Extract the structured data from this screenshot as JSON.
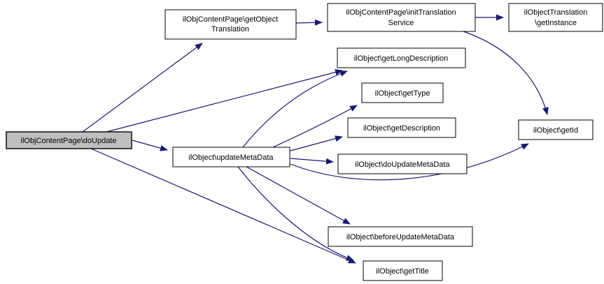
{
  "diagram": {
    "type": "call-graph",
    "colors": {
      "background": "#ffffff",
      "edge": "#191970",
      "node_fill": "#ffffff",
      "node_border": "#000000",
      "highlight_fill": "#bfbfbf",
      "text": "#000000"
    },
    "nodes": [
      {
        "key": "doupdate",
        "highlighted": true,
        "lines": [
          "ilObjContentPage\\doUpdate"
        ]
      },
      {
        "key": "getobjecttranslation",
        "highlighted": false,
        "lines": [
          "ilObjContentPage\\getObject",
          "Translation"
        ]
      },
      {
        "key": "inittranslationservice",
        "highlighted": false,
        "lines": [
          "ilObjContentPage\\initTranslation",
          "Service"
        ]
      },
      {
        "key": "getinstance",
        "highlighted": false,
        "lines": [
          "ilObjectTranslation",
          "\\getInstance"
        ]
      },
      {
        "key": "getlongdescription",
        "highlighted": false,
        "lines": [
          "ilObject\\getLongDescription"
        ]
      },
      {
        "key": "gettype",
        "highlighted": false,
        "lines": [
          "ilObject\\getType"
        ]
      },
      {
        "key": "getdescription",
        "highlighted": false,
        "lines": [
          "ilObject\\getDescription"
        ]
      },
      {
        "key": "doupdatemetadata",
        "highlighted": false,
        "lines": [
          "ilObject\\doUpdateMetaData"
        ]
      },
      {
        "key": "getid",
        "highlighted": false,
        "lines": [
          "ilObject\\getId"
        ]
      },
      {
        "key": "updatemetadata",
        "highlighted": false,
        "lines": [
          "ilObject\\updateMetaData"
        ]
      },
      {
        "key": "beforeupdatemetadata",
        "highlighted": false,
        "lines": [
          "ilObject\\beforeUpdateMetaData"
        ]
      },
      {
        "key": "gettitle",
        "highlighted": false,
        "lines": [
          "ilObject\\getTitle"
        ]
      }
    ],
    "edges": [
      {
        "from": "doupdate",
        "to": "getobjecttranslation"
      },
      {
        "from": "doupdate",
        "to": "getlongdescription"
      },
      {
        "from": "doupdate",
        "to": "updatemetadata"
      },
      {
        "from": "doupdate",
        "to": "gettitle"
      },
      {
        "from": "getobjecttranslation",
        "to": "inittranslationservice"
      },
      {
        "from": "inittranslationservice",
        "to": "getinstance"
      },
      {
        "from": "inittranslationservice",
        "to": "getid"
      },
      {
        "from": "updatemetadata",
        "to": "getlongdescription"
      },
      {
        "from": "updatemetadata",
        "to": "gettype"
      },
      {
        "from": "updatemetadata",
        "to": "getdescription"
      },
      {
        "from": "updatemetadata",
        "to": "doupdatemetadata"
      },
      {
        "from": "updatemetadata",
        "to": "getid"
      },
      {
        "from": "updatemetadata",
        "to": "beforeupdatemetadata"
      },
      {
        "from": "updatemetadata",
        "to": "gettitle"
      }
    ]
  }
}
